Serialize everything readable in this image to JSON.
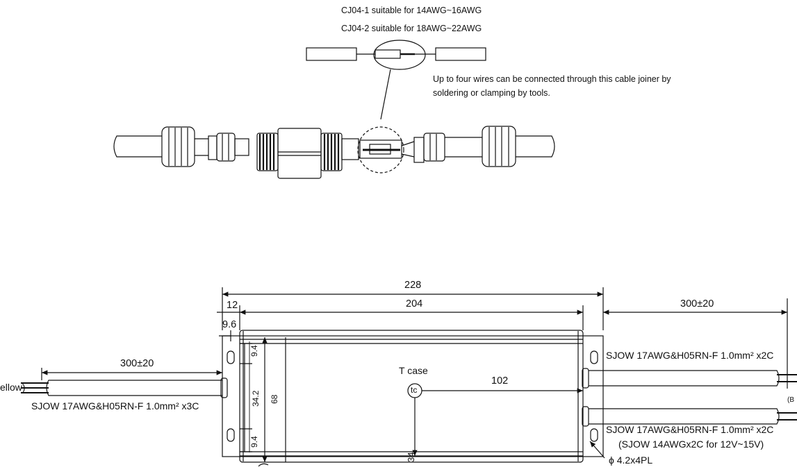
{
  "joiner": {
    "spec_line_1": "CJ04-1 suitable for 14AWG~16AWG",
    "spec_line_2": "CJ04-2 suitable for 18AWG~22AWG",
    "note_line_1": "Up to four wires can be connected through this cable joiner by",
    "note_line_2": "soldering or clamping by tools."
  },
  "dimensions": {
    "overall_length": "228",
    "body_length": "204",
    "flange": "12",
    "hole_offset": "9.6",
    "right_cable_length": "300±20",
    "left_cable_length": "300±20",
    "hole_spacing_top": "9.4",
    "hole_spacing_mid": "34.2",
    "height": "68",
    "hole_spacing_bottom": "9.4",
    "tc_horizontal": "102",
    "tc_vertical": "34"
  },
  "labels": {
    "tcase_title": "T case",
    "tcase_symbol": "tc",
    "left_cable_color": "ellow)",
    "left_cable_spec": "SJOW 17AWG&H05RN-F 1.0mm² x3C",
    "right_top_cable_spec": "SJOW 17AWG&H05RN-F 1.0mm² x2C",
    "right_bottom_cable_spec": "SJOW 17AWG&H05RN-F 1.0mm² x2C",
    "right_bottom_cable_note": "(SJOW 14AWGx2C for 12V~15V)",
    "right_cable_color_cut": "(B",
    "mounting_holes": "ϕ 4.2x4PL"
  },
  "colors": {
    "line": "#111111",
    "paper": "#ffffff"
  }
}
